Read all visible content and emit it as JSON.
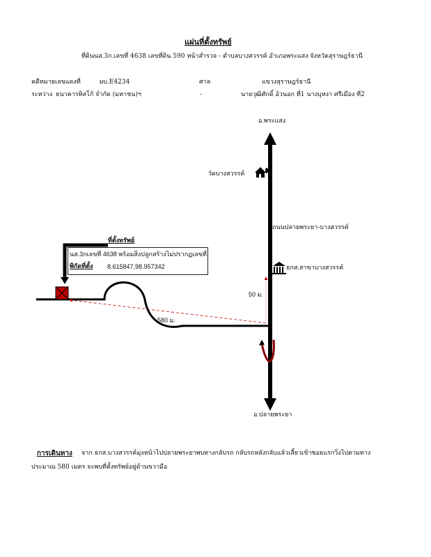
{
  "header": {
    "title": "แผ่นที่ตั้งทรัพย์",
    "subtitle": "ที่ดินนส.3ก.เลขที่ 4638 เลขที่ดิน 590 หน้าสำรวจ - ตำบลบางสวรรค์ อำเภอพระแสง จังหวัดสุราษฎร์ธานี"
  },
  "case": {
    "case_label": "คดีหมายเลขแดงที่",
    "case_no": "ผบ.E4234",
    "court_label": "ศาล",
    "court": "แขวงสุราษฎร์ธานี",
    "between_label": "ระหว่าง",
    "plaintiff": "ธนาคารทิสโก้ จำกัด (มหาชน)ฯ",
    "dash": "-",
    "defendants": "นายวุฒิศักดิ์ อ้วนอก ที่1 นางบุหงา ศรีเมือง ที่2"
  },
  "map": {
    "north_label": "อ.พระแสง",
    "south_label": "อ.ปลายพระยา",
    "temple_label": "วัดบางสวรรค์",
    "road_label": "ถนนปลายพระยา-บางสวรรค์",
    "bank_label": "ธกส.สาขาบางสวรรค์",
    "distance_vertical": "50 ม.",
    "distance_horizontal": "580 ม.",
    "property_heading": "ที่ตั้งทรัพย์",
    "property_desc": "นส.3กเลขที่ 4638 พร้อมสิ่งปลูกสร้างไม่ปรากฏเลขที่",
    "coord_label": "พิกัดที่ตั้ง",
    "coordinates": "8.615847,98.957342",
    "road_color": "#000000",
    "marker_color": "#c00000"
  },
  "directions": {
    "label": "การเดินทาง",
    "line1": "จาก ธกส.บางสวรรค์มุ่งหน้าไปปลายพระยาพบทางกลับรถ กลับรถหลังกลับแล้วเลี้ยวเข้าซอยแรกวิ่งไปตามทาง",
    "line2": "ประมาณ 580 เมตร จะพบที่ตั้งทรัพย์อยู่ด้านขวามือ"
  }
}
